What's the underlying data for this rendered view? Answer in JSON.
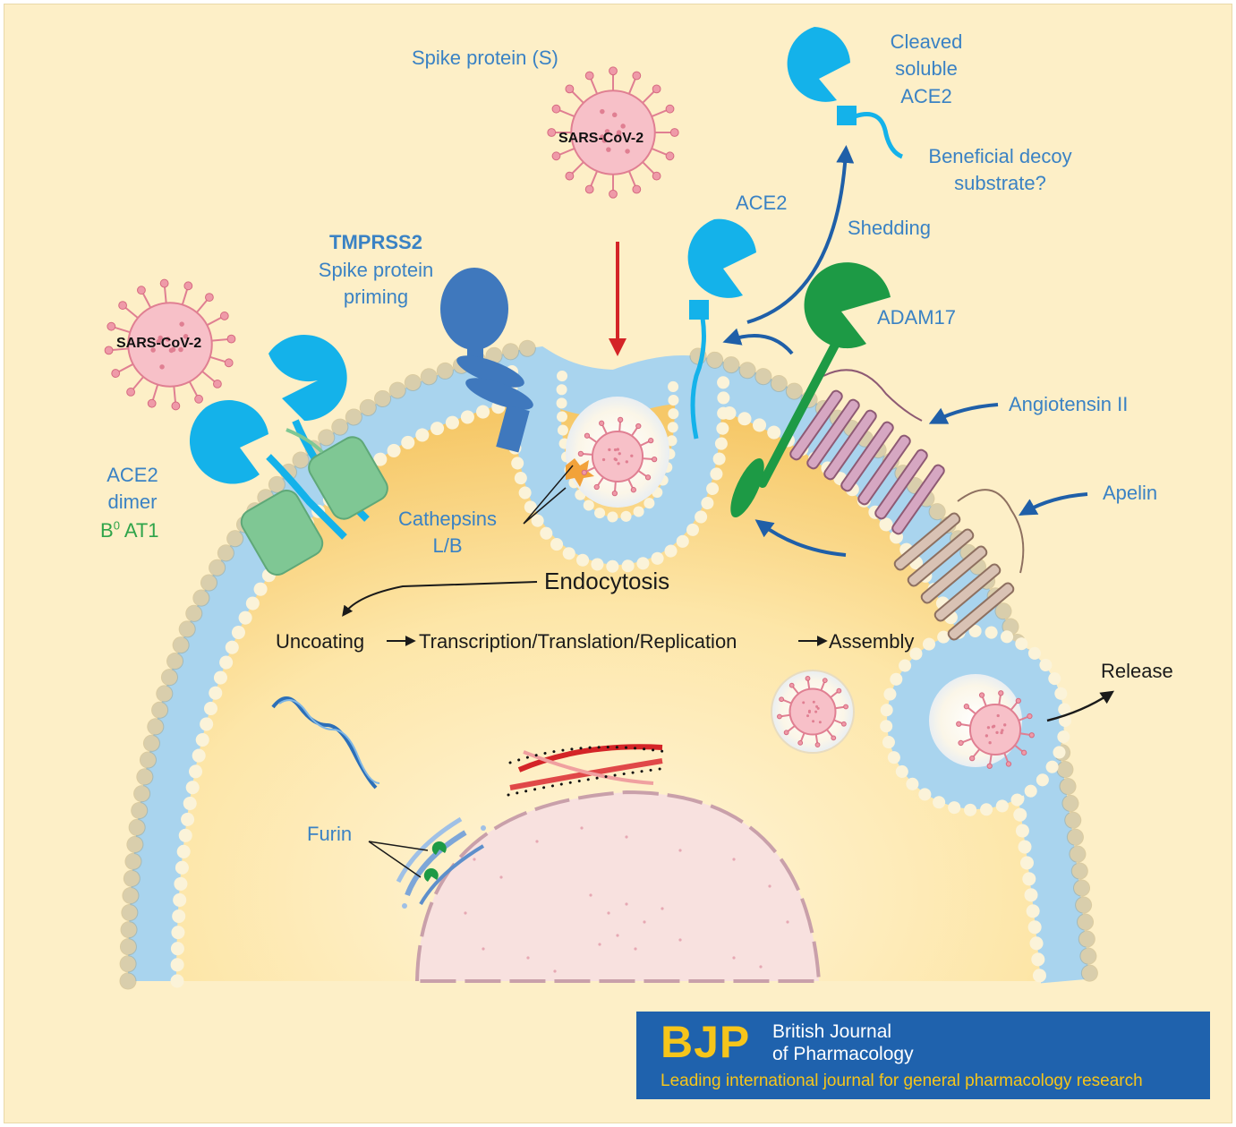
{
  "labels": {
    "spike_protein": "Spike protein (S)",
    "sars_top": "SARS-CoV-2",
    "sars_left": "SARS-CoV-2",
    "cleaved_line1": "Cleaved",
    "cleaved_line2": "soluble",
    "cleaved_line3": "ACE2",
    "decoy_line1": "Beneficial decoy",
    "decoy_line2": "substrate?",
    "ace2": "ACE2",
    "shedding": "Shedding",
    "tmprss2": "TMPRSS2",
    "priming_line1": "Spike protein",
    "priming_line2": "priming",
    "adam17": "ADAM17",
    "angiotensin": "Angiotensin II",
    "apelin": "Apelin",
    "ace2_dimer_line1": "ACE2",
    "ace2_dimer_line2": "dimer",
    "b0at1_base": "B",
    "b0at1_sup": "0",
    "b0at1_rest": " AT1",
    "cathepsins_line1": "Cathepsins",
    "cathepsins_line2": "L/B",
    "endocytosis": "Endocytosis",
    "uncoating": "Uncoating",
    "transcription": "Transcription/Translation/Replication",
    "assembly": "Assembly",
    "release": "Release",
    "furin": "Furin"
  },
  "journal": {
    "abbr": "BJP",
    "name_line1": "British Journal",
    "name_line2": "of Pharmacology",
    "tagline": "Leading international journal for general pharmacology research"
  },
  "colors": {
    "background": "#fdefc7",
    "cytoplasm": "#fbdc92",
    "membrane": "#a9d4ee",
    "headgroup": "#fbf3d9",
    "ace2": "#14b2ea",
    "tmprss2": "#3f78bd",
    "adam17": "#1d9a45",
    "b0at1": "#7fc794",
    "virus": "#ef9aa8",
    "label_blue": "#3a82c4",
    "arrow_blue": "#1f5fa8",
    "arrow_red": "#d42427",
    "banner": "#1f62ad",
    "banner_text_yellow": "#f6c51a"
  },
  "icons": [
    "sars-cov-2-virus-icon",
    "ace2-receptor-icon",
    "tmprss2-protease-icon",
    "adam17-protease-icon",
    "gpcr-icon",
    "furin-icon",
    "nucleus-icon",
    "rna-strand-icon"
  ]
}
